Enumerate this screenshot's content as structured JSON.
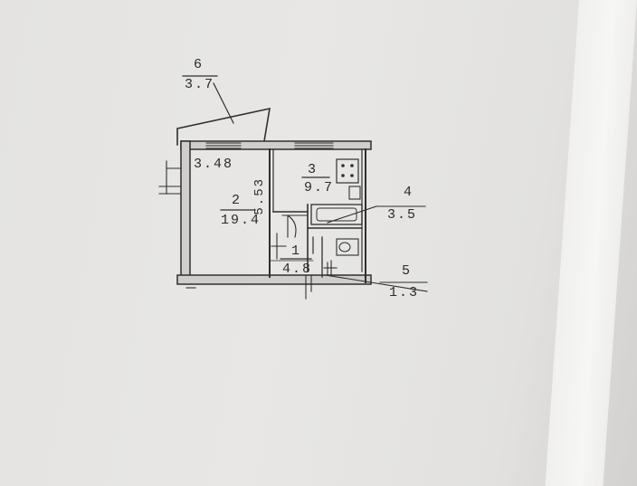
{
  "plan": {
    "room_1": {
      "number": "1",
      "area": "4.8"
    },
    "room_2": {
      "number": "2",
      "area": "19.4"
    },
    "room_3": {
      "number": "3",
      "area": "9.7"
    },
    "room_4": {
      "number": "4",
      "area": "3.5"
    },
    "room_5": {
      "number": "5",
      "area": "1.3"
    },
    "room_6": {
      "number": "6",
      "area": "3.7"
    },
    "dim_top_left": "3.48",
    "dim_vertical": "5.53"
  },
  "colors": {
    "paper": "#e6e5e3",
    "ink": "#2b2b2b"
  }
}
